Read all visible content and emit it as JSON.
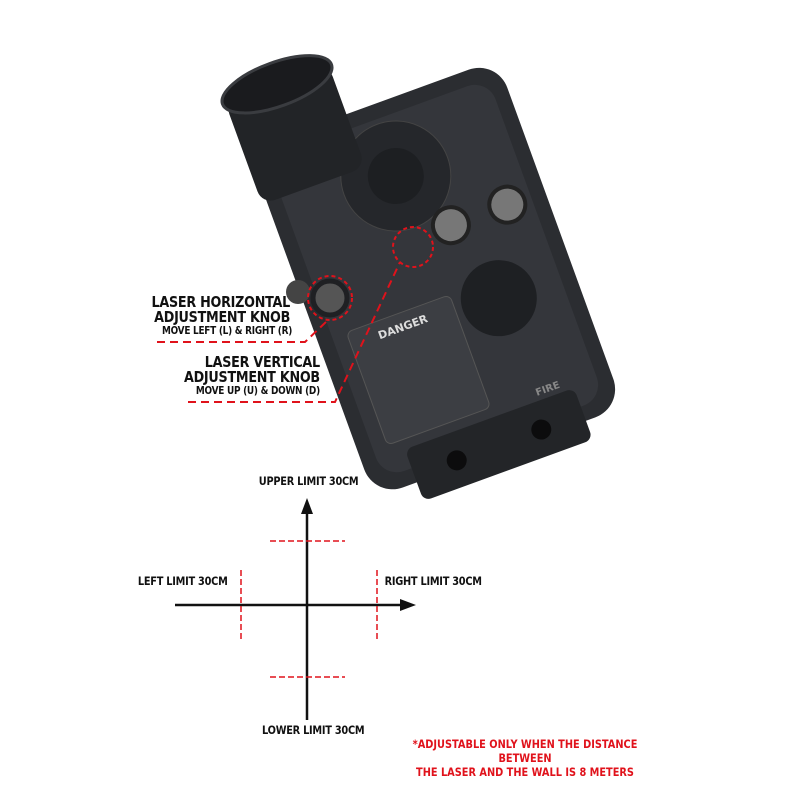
{
  "callouts": {
    "horizontal": {
      "title_line1": "LASER HORIZONTAL",
      "title_line2": "ADJUSTMENT KNOB",
      "subtitle": "MOVE LEFT (L) & RIGHT (R)"
    },
    "vertical": {
      "title_line1": "LASER VERTICAL",
      "title_line2": "ADJUSTMENT KNOB",
      "subtitle": "MOVE UP (U) & DOWN (D)"
    }
  },
  "device_markings": {
    "danger": "DANGER",
    "fire": "FIRE"
  },
  "limits": {
    "upper": "UPPER LIMIT 30CM",
    "lower": "LOWER LIMIT 30CM",
    "left": "LEFT LIMIT 30CM",
    "right": "RIGHT LIMIT 30CM"
  },
  "note": {
    "line1": "*ADJUSTABLE ONLY WHEN THE DISTANCE BETWEEN",
    "line2": "THE LASER AND THE WALL IS 8 METERS"
  },
  "colors": {
    "accent_red": "#e0121b",
    "device": "#2b2d31"
  }
}
